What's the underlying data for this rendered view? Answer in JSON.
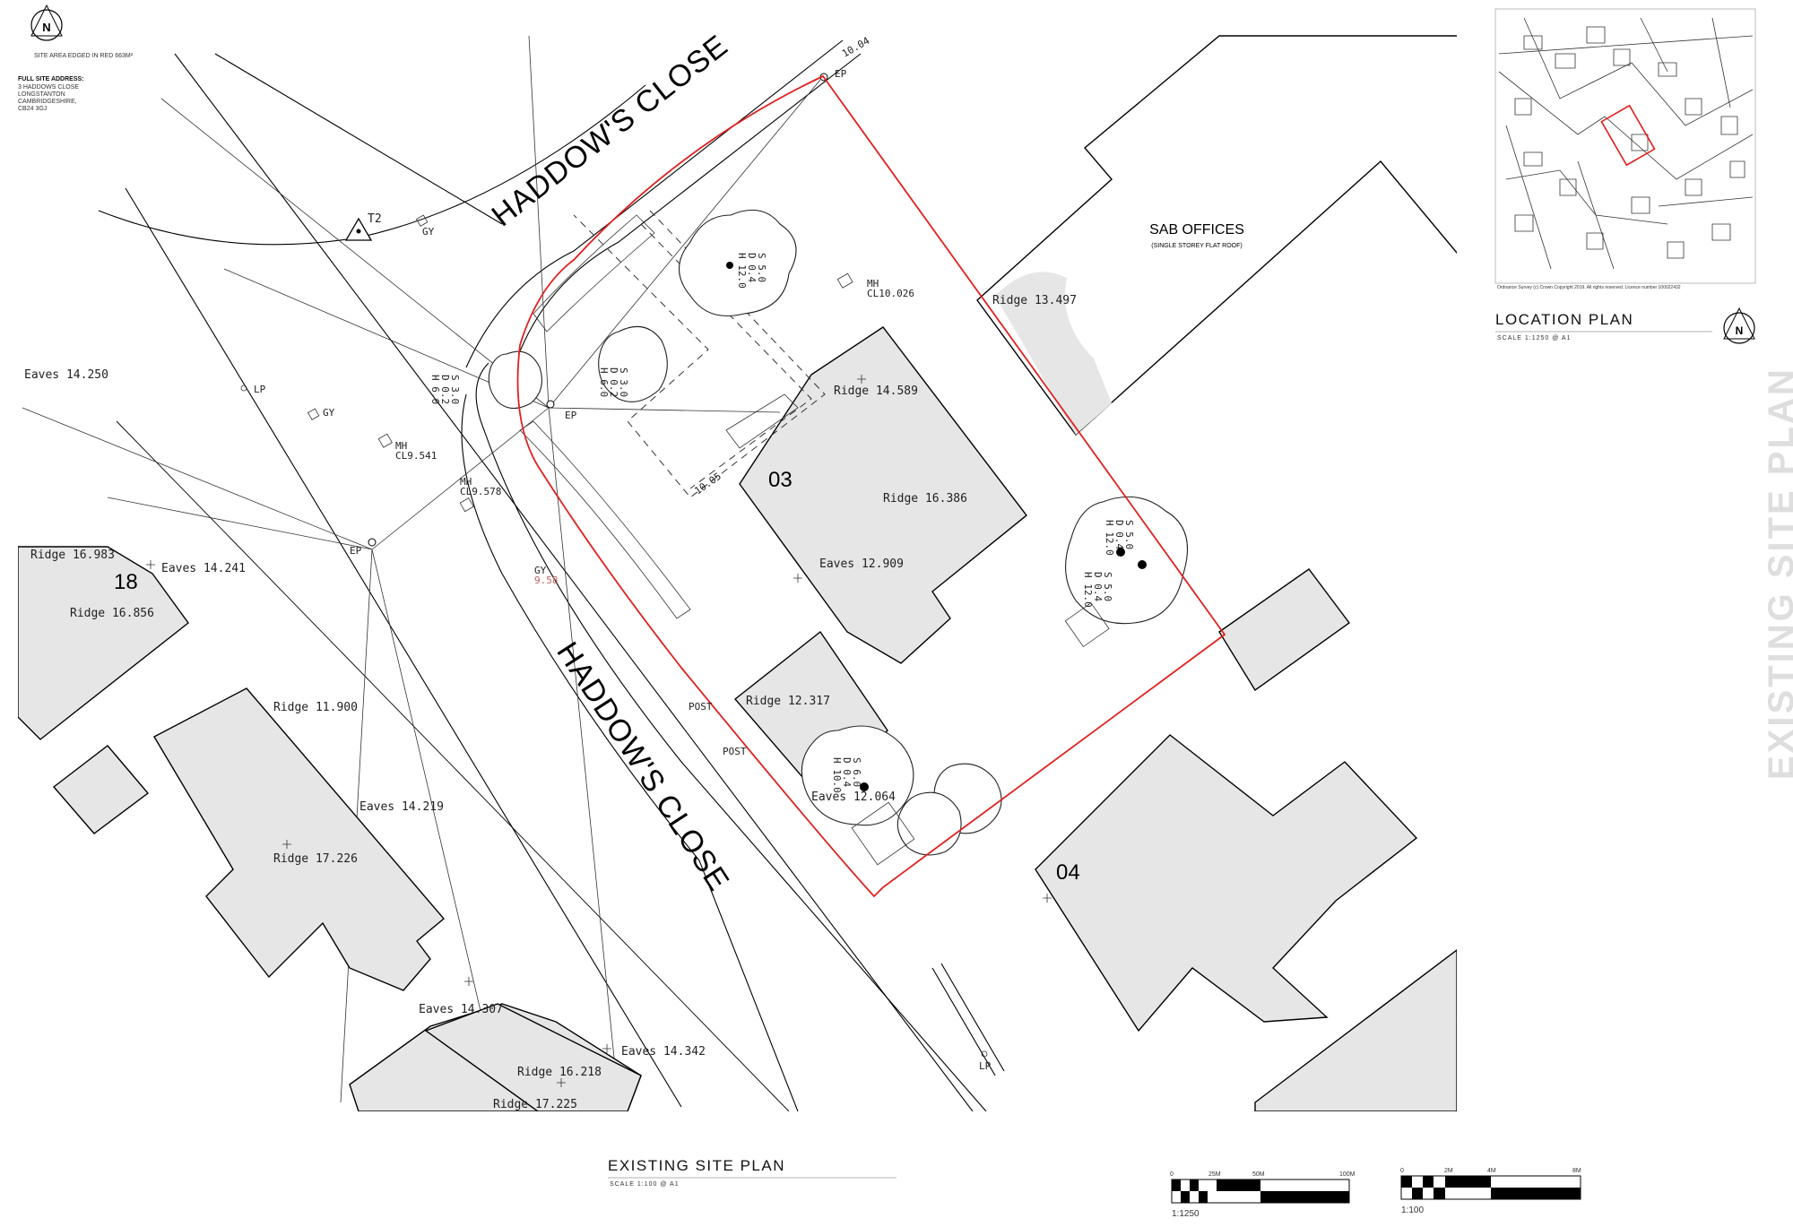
{
  "notes": {
    "site_area": "SITE AREA EDGED IN RED 663M²",
    "address_heading": "FULL SITE ADDRESS:",
    "address_lines": [
      "3 HADDOWS CLOSE",
      "LONGSTANTON",
      "CAMBRIDGESHIRE,",
      "CB24 3GJ"
    ]
  },
  "north": "N",
  "roads": {
    "upper": "HADDOW'S CLOSE",
    "lower": "HADDOW'S CLOSE"
  },
  "buildings": {
    "sab_title": "SAB OFFICES",
    "sab_sub": "(SINGLE STOREY FLAT ROOF)",
    "n03": "03",
    "n04": "04",
    "n18": "18"
  },
  "survey_labels": {
    "t2": "T2",
    "gy1": "GY",
    "gy2": "GY",
    "gy3": "GY",
    "gy3_val": "9.58",
    "ep1": "EP",
    "ep2": "EP",
    "ep3": "EP",
    "lp1": "LP",
    "lp2": "LP",
    "level_1004": "10.04",
    "level_1005": "10.05",
    "mh1": "MH",
    "mh1_cl": "CL10.026",
    "mh2": "MH",
    "mh2_cl": "CL9.541",
    "mh3": "MH",
    "mh3_cl": "CL9.578",
    "post1": "POST",
    "post2": "POST"
  },
  "levels": {
    "eaves_14250": "Eaves 14.250",
    "ridge_13497": "Ridge 13.497",
    "ridge_14589": "Ridge 14.589",
    "ridge_16386": "Ridge 16.386",
    "eaves_12909": "Eaves 12.909",
    "ridge_16983": "Ridge 16.983",
    "eaves_14241": "Eaves 14.241",
    "ridge_16856": "Ridge 16.856",
    "ridge_11900": "Ridge 11.900",
    "eaves_14219": "Eaves 14.219",
    "ridge_17226": "Ridge 17.226",
    "ridge_12317": "Ridge 12.317",
    "eaves_12064": "Eaves 12.064",
    "eaves_14307": "Eaves 14.307",
    "eaves_14342": "Eaves 14.342",
    "ridge_16218": "Ridge 16.218",
    "ridge_17225": "Ridge 17.225"
  },
  "trees": {
    "t_a": [
      "S 5.0",
      "D 0.4",
      "H 12.0"
    ],
    "t_b": [
      "S 3.0",
      "D 0.2",
      "H 6.0"
    ],
    "t_c": [
      "S 3.0",
      "D 0.2",
      "H 6.0"
    ],
    "t_d": [
      "S 5.0",
      "D 0.4",
      "H 12.0"
    ],
    "t_e": [
      "S 5.0",
      "D 0.4",
      "H 12.0"
    ],
    "t_f": [
      "S 6.0",
      "D 0.4",
      "H 10.0"
    ]
  },
  "location_plan": {
    "title": "LOCATION PLAN",
    "scale": "SCALE 1:1250 @ A1",
    "copyright": "Ordnance Survey (c) Crown Copyright 2019. All rights reserved. Licence number 100022432"
  },
  "main_title": {
    "title": "EXISTING SITE PLAN",
    "scale": "SCALE 1:100 @ A1"
  },
  "side_title": "EXISTING SITE PLAN",
  "scale_bars": {
    "bar_1250": {
      "ticks": [
        "0",
        "25M",
        "50M",
        "100M"
      ],
      "label": "1:1250"
    },
    "bar_100": {
      "ticks": [
        "0",
        "2M",
        "4M",
        "8M"
      ],
      "label": "1:100"
    }
  },
  "colors": {
    "site_boundary": "#e02020",
    "building_fill": "#e6e6e6"
  }
}
